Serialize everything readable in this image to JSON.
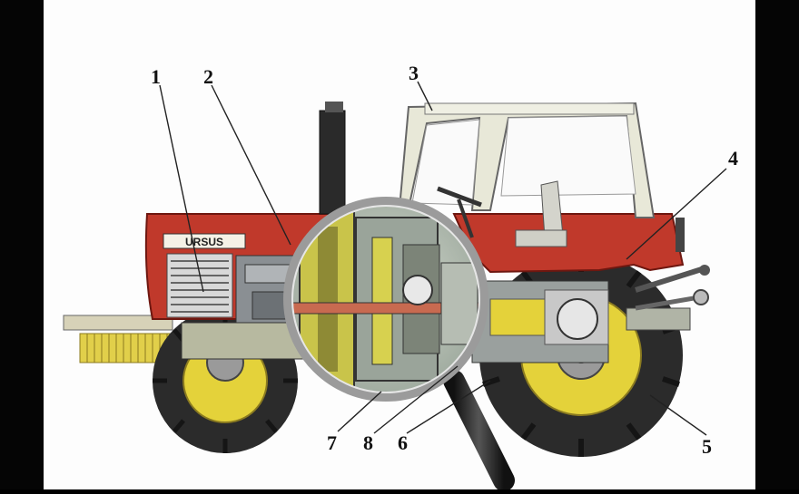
{
  "figure": {
    "labels": [
      {
        "id": "1",
        "text": "1"
      },
      {
        "id": "2",
        "text": "2"
      },
      {
        "id": "3",
        "text": "3"
      },
      {
        "id": "4",
        "text": "4"
      },
      {
        "id": "5",
        "text": "5"
      },
      {
        "id": "6",
        "text": "6"
      },
      {
        "id": "7",
        "text": "7"
      },
      {
        "id": "8",
        "text": "8"
      }
    ],
    "hood_logo": "URSUS",
    "colors": {
      "body_red": "#c0392b",
      "body_dark_red": "#8e1f16",
      "cab_frame": "#e8e8d8",
      "tire": "#2b2b2b",
      "rim_yellow": "#e4d23a",
      "engine_gray": "#8a8f93",
      "lens_tint": "#b8c2b4"
    }
  }
}
